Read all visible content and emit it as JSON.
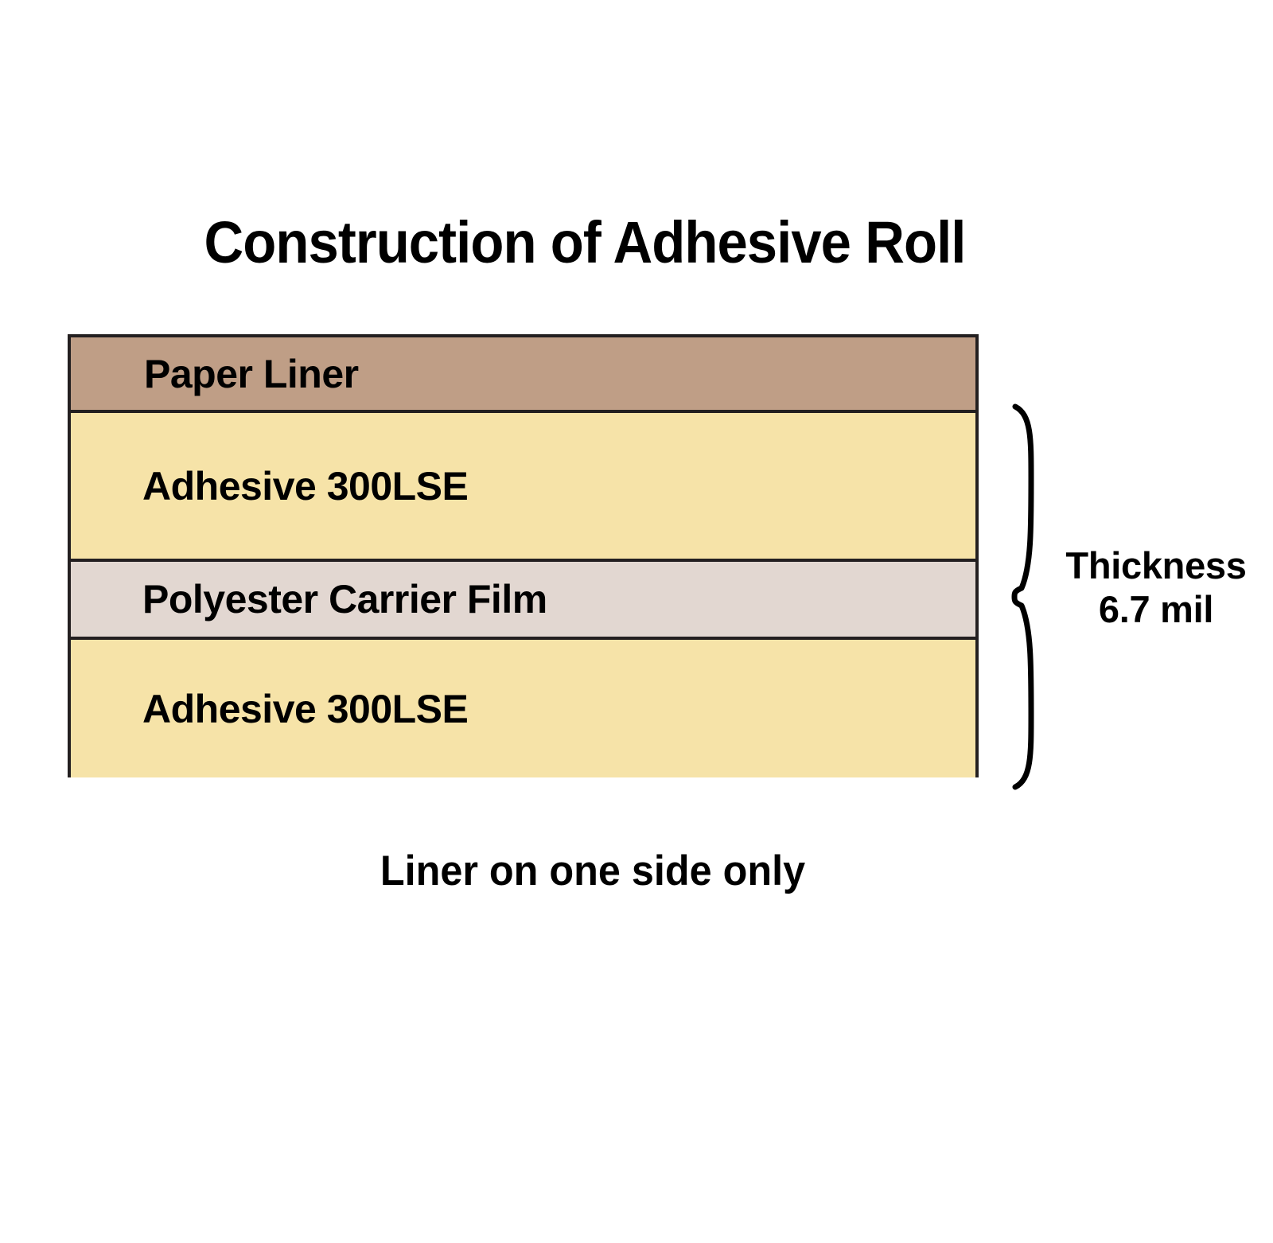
{
  "diagram": {
    "title": "Construction of Adhesive Roll",
    "caption": "Liner on one side only",
    "background_color": "#FFFFFF",
    "outline_color": "#231F20",
    "text_color": "#000000"
  },
  "stack": {
    "layers": [
      {
        "id": "paper-liner",
        "label": "Paper Liner",
        "color": "#BF9E86",
        "relative_height": 91
      },
      {
        "id": "adhesive-top",
        "label": "Adhesive 300LSE",
        "color": "#F6E3A8",
        "relative_height": 187
      },
      {
        "id": "carrier-film",
        "label": "Polyester Carrier Film",
        "color": "#E2D7D1",
        "relative_height": 98
      },
      {
        "id": "adhesive-bottom",
        "label": "Adhesive 300LSE",
        "color": "#F6E3A8",
        "relative_height": 177
      }
    ]
  },
  "thickness": {
    "brace_icon": "curly-brace-right-icon",
    "label_line_1": "Thickness",
    "label_line_2": "6.7 mil",
    "value": "6.7",
    "unit": "mil",
    "spans_layers": [
      "adhesive-top",
      "carrier-film",
      "adhesive-bottom"
    ]
  }
}
